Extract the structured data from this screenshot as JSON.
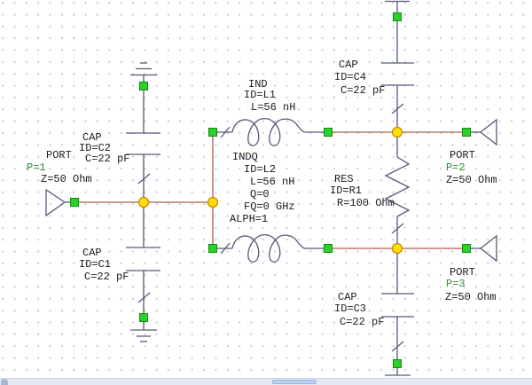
{
  "colors": {
    "bg": "#ffffff",
    "grid-dot": "#c7cbd6",
    "sym": "#545a78",
    "wire": "#b05c4c",
    "node-fill": "#2bd12b",
    "node-stroke": "#128a12",
    "junc-fill": "#ffe000",
    "junc-stroke": "#c7820f",
    "text": "#1c1c1c",
    "param-green": "#2e8b2e",
    "sb-track": "#e3eaf4",
    "sb-border": "#ccd6e6",
    "sb-thumb": "#bcd0f0",
    "sb-thumb-border": "#9fb8e0",
    "corner": "#93aacb"
  },
  "components": {
    "p1": {
      "type": "PORT",
      "p": "P=1",
      "z": "Z=50 Ohm"
    },
    "p2": {
      "type": "PORT",
      "p": "P=2",
      "z": "Z=50 Ohm"
    },
    "p3": {
      "type": "PORT",
      "p": "P=3",
      "z": "Z=50 Ohm"
    },
    "c1": {
      "type": "CAP",
      "id": "ID=C1",
      "value": "C=22 pF"
    },
    "c2": {
      "type": "CAP",
      "id": "ID=C2",
      "value": "C=22 pF"
    },
    "c3": {
      "type": "CAP",
      "id": "ID=C3",
      "value": "C=22 pF"
    },
    "c4": {
      "type": "CAP",
      "id": "ID=C4",
      "value": "C=22 pF"
    },
    "l1": {
      "type": "IND",
      "id": "ID=L1",
      "value": "L=56 nH"
    },
    "l2": {
      "type": "INDQ",
      "id": "ID=L2",
      "value": "L=56 nH",
      "q": "Q=0",
      "fq": "FQ=0 GHz",
      "alph": "ALPH=1"
    },
    "r1": {
      "type": "RES",
      "id": "ID=R1",
      "value": "R=100 Ohm"
    }
  }
}
